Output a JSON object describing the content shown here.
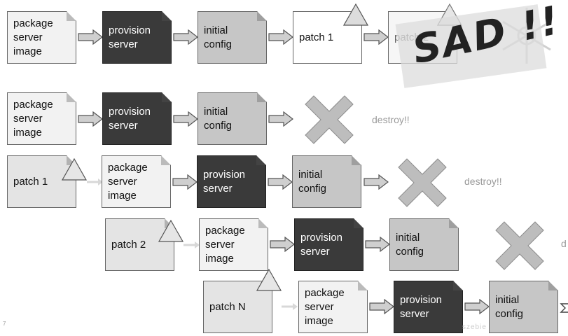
{
  "labels": {
    "package_server_image": "package\nserver\nimage",
    "provision_server": "provision\nserver",
    "initial_config": "initial\nconfig",
    "patch_1": "patch 1",
    "patch_2": "patch 2",
    "patch_n": "patch N",
    "destroy": "destroy!!",
    "destroy_cut": "d",
    "sad": "SAD !!",
    "page_number": "7",
    "footer_faint": "szebie"
  },
  "colors": {
    "package_fill": "#f2f2f2",
    "provision_fill": "#3a3a3a",
    "config_fill": "#c6c6c6",
    "x_fill": "#bdbdbd",
    "destroy_text": "#9a9a9a"
  }
}
